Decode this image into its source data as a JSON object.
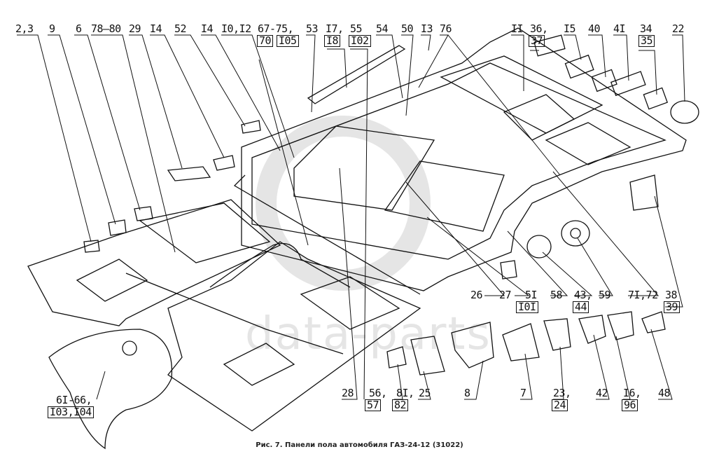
{
  "figure": {
    "caption": "Рис. 7. Панели пола автомобиля ГАЗ-24-12 (31022)",
    "watermark": "data-parts",
    "labels": [
      "2,3",
      "9",
      "6",
      "78–80",
      "29",
      "I4",
      "52",
      "I4",
      "I0,I2",
      "67-75,",
      "70",
      "I05",
      "53",
      "I7,",
      "I8",
      "55",
      "I02",
      "54",
      "50",
      "I3",
      "76",
      "II",
      "36,",
      "37",
      "I5",
      "40",
      "4I",
      "34",
      "35",
      "22",
      "26",
      "27",
      "5I",
      "I0I",
      "58",
      "43,",
      "44",
      "59",
      "7I,72",
      "38",
      "39",
      "28",
      "56,",
      "57",
      "8I,",
      "82",
      "25",
      "8",
      "7",
      "23,",
      "24",
      "42",
      "I6,",
      "96",
      "48",
      "6I-66,",
      "I03,I04"
    ]
  }
}
